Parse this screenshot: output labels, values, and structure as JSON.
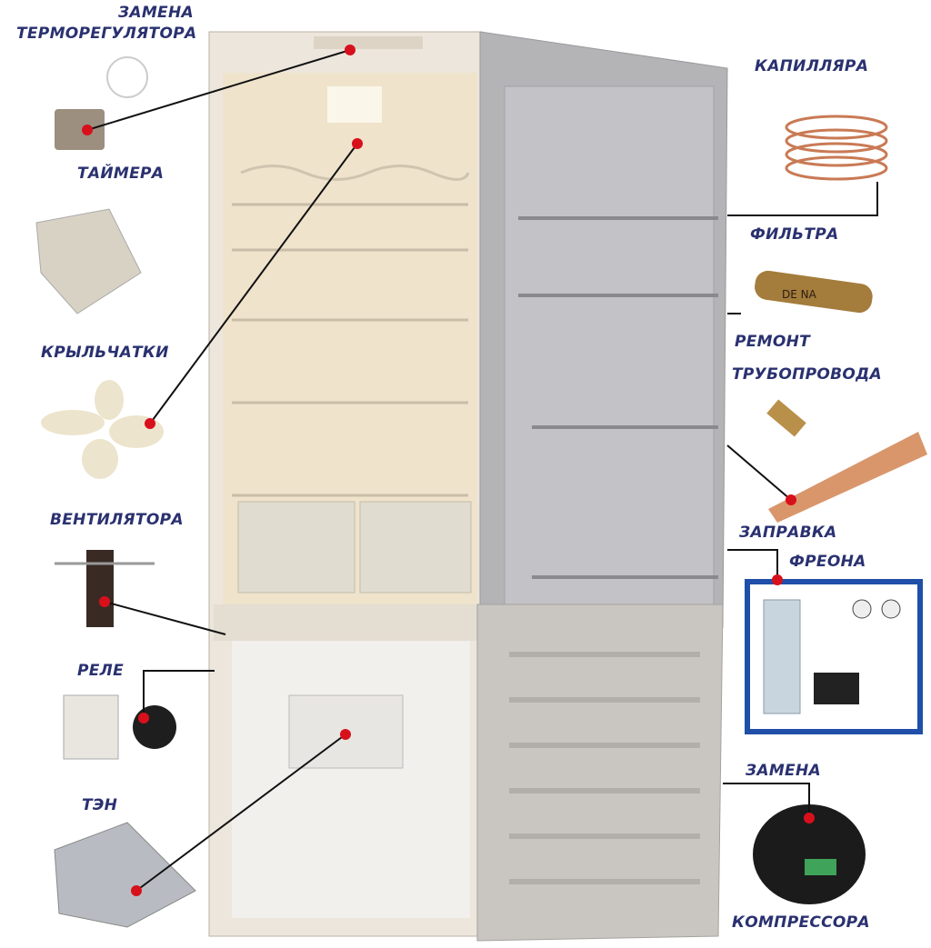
{
  "labels": {
    "thermostat_1": "ЗАМЕНА",
    "thermostat_2": "ТЕРМОРЕГУЛЯТОРА",
    "timer": "ТАЙМЕРА",
    "impeller": "КРЫЛЬЧАТКИ",
    "fan": "ВЕНТИЛЯТОРА",
    "relay": "РЕЛЕ",
    "heater": "ТЭН",
    "capillary": "КАПИЛЛЯРА",
    "filter": "ФИЛЬТРА",
    "pipe_1": "РЕМОНТ",
    "pipe_2": "ТРУБОПРОВОДА",
    "freon_1": "ЗАПРАВКА",
    "freon_2": "ФРЕОНА",
    "compressor_1": "ЗАМЕНА",
    "compressor_2": "КОМПРЕССОРА"
  },
  "filter_marking": "DE NA",
  "colors": {
    "label": "#2a3170",
    "marker": "#d8101c",
    "leader": "#111111"
  }
}
